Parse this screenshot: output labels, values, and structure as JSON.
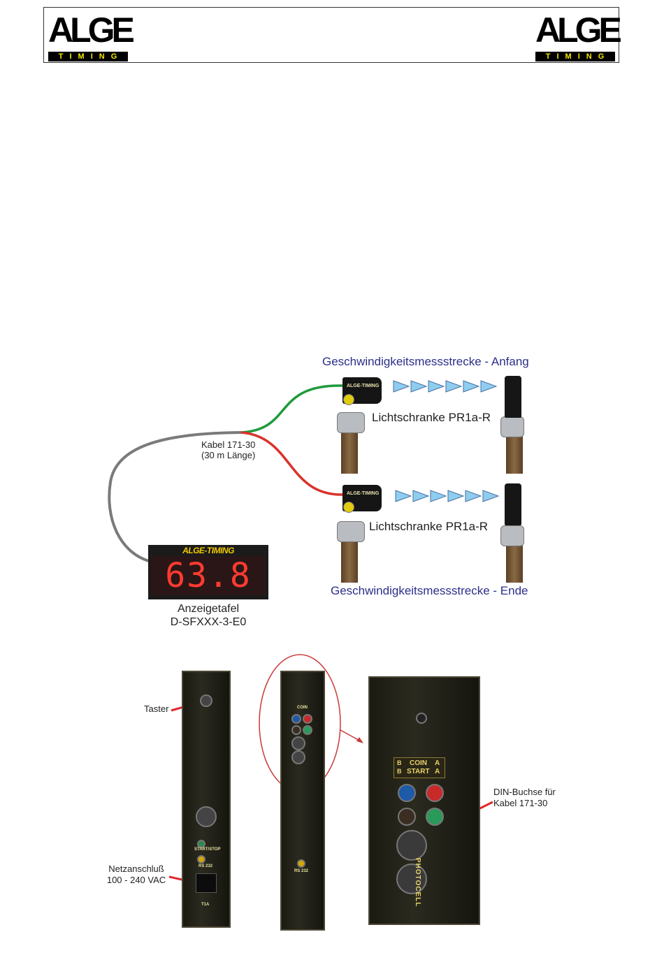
{
  "header": {
    "logo_left": {
      "word": "ALGE",
      "sub": "TIMING"
    },
    "logo_right": {
      "word": "ALGE",
      "sub": "TIMING"
    }
  },
  "diagram": {
    "title_start": "Geschwindigkeitsmessstrecke - Anfang",
    "title_end": "Geschwindigkeitsmessstrecke - Ende",
    "photocell_label_top": "Lichtschranke PR1a-R",
    "photocell_label_bottom": "Lichtschranke PR1a-R",
    "sensor_brand": "ALGE-TIMING",
    "cable_label_line1": "Kabel 171-30",
    "cable_label_line2": "(30 m Länge)",
    "display_brand": "ALGE-TIMING",
    "display_value": "63.8",
    "display_name_line1": "Anzeigetafel",
    "display_name_line2": "D-SFXXX-3-E0"
  },
  "photos": {
    "taster_label": "Taster",
    "power_label_line1": "Netzanschluß",
    "power_label_line2": "100 - 240 VAC",
    "din_label_line1": "DIN-Buchse für",
    "din_label_line2": "Kabel 171-30",
    "start_stop": "START/STOP",
    "rs232_left": "RS 232",
    "rs232_middle": "RS 232",
    "fuse": "T1A",
    "coin_label": "COIN",
    "start_label": "START",
    "channel_a1": "A",
    "channel_a2": "A",
    "channel_b1": "B",
    "channel_b2": "B",
    "photocell": "PHOTOCELL"
  },
  "colors": {
    "title_blue": "#2b2f8a",
    "cable_gray": "#7a7a7a",
    "cable_green": "#1f9a3c",
    "cable_red": "#d8332b",
    "beam_blue": "#8ecdf0",
    "arrow_red": "#e4262b"
  }
}
